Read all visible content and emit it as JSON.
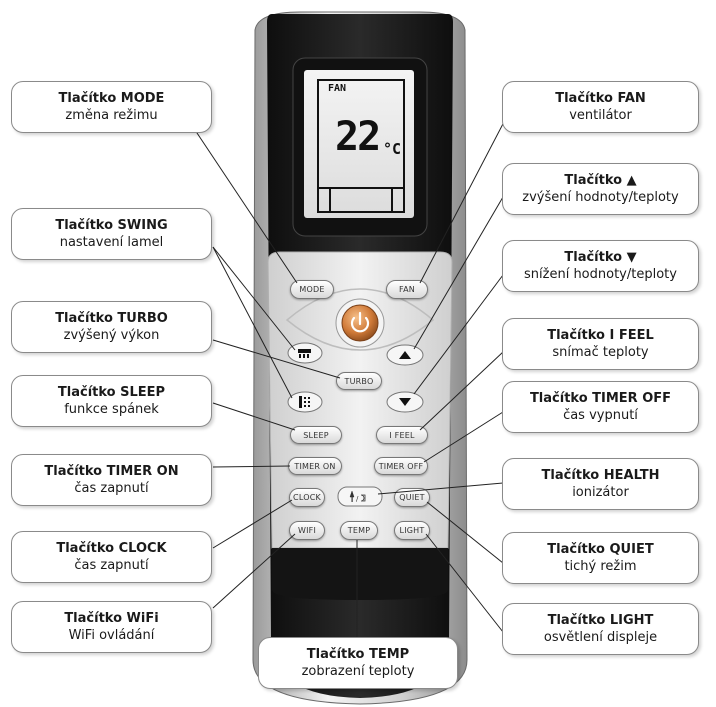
{
  "callouts": [
    {
      "id": "mode",
      "title": "Tlačítko MODE",
      "subtitle": "změna režimu"
    },
    {
      "id": "swing",
      "title": "Tlačítko SWING",
      "subtitle": "nastavení lamel"
    },
    {
      "id": "turbo",
      "title": "Tlačítko TURBO",
      "subtitle": "zvýšený výkon"
    },
    {
      "id": "sleep",
      "title": "Tlačítko SLEEP",
      "subtitle": "funkce spánek"
    },
    {
      "id": "timer_on",
      "title": "Tlačítko TIMER ON",
      "subtitle": "čas zapnutí"
    },
    {
      "id": "clock",
      "title": "Tlačítko CLOCK",
      "subtitle": "čas zapnutí"
    },
    {
      "id": "wifi",
      "title": "Tlačítko WiFi",
      "subtitle": "WiFi ovládání"
    },
    {
      "id": "temp",
      "title": "Tlačítko TEMP",
      "subtitle": "zobrazení teploty"
    },
    {
      "id": "fan",
      "title": "Tlačítko FAN",
      "subtitle": "ventilátor"
    },
    {
      "id": "up",
      "title": "Tlačítko ▲",
      "subtitle": "zvýšení hodnoty/teploty"
    },
    {
      "id": "down",
      "title": "Tlačítko ▼",
      "subtitle": "snížení hodnoty/teploty"
    },
    {
      "id": "ifeel",
      "title": "Tlačítko I FEEL",
      "subtitle": "snímač teploty"
    },
    {
      "id": "timer_off",
      "title": "Tlačítko TIMER OFF",
      "subtitle": "čas vypnutí"
    },
    {
      "id": "health",
      "title": "Tlačítko HEALTH",
      "subtitle": "ionizátor"
    },
    {
      "id": "quiet",
      "title": "Tlačítko QUIET",
      "subtitle": "tichý režim"
    },
    {
      "id": "light",
      "title": "Tlačítko LIGHT",
      "subtitle": "osvětlení displeje"
    }
  ],
  "display": {
    "mode": "FAN",
    "temperature": "22",
    "unit": "°C"
  },
  "buttons": {
    "mode": "MODE",
    "fan": "FAN",
    "turbo": "TURBO",
    "sleep": "SLEEP",
    "ifeel": "I FEEL",
    "timer_on": "TIMER ON",
    "timer_off": "TIMER OFF",
    "clock": "CLOCK",
    "quiet": "QUIET",
    "wifi": "WIFI",
    "temp": "TEMP",
    "light": "LIGHT"
  },
  "icons": {
    "power": "power-icon",
    "up": "triangle-up-icon",
    "down": "triangle-down-icon",
    "swing": "swing-louver-icon",
    "swing_vertical": "swing-vertical-icon",
    "health": "health-ionizer-icon"
  },
  "colors": {
    "remote_body": "#1c1c1c",
    "button_panel": "#e4e4e4",
    "power_button": "#c97a3c",
    "label_border": "#8a8a8a"
  }
}
